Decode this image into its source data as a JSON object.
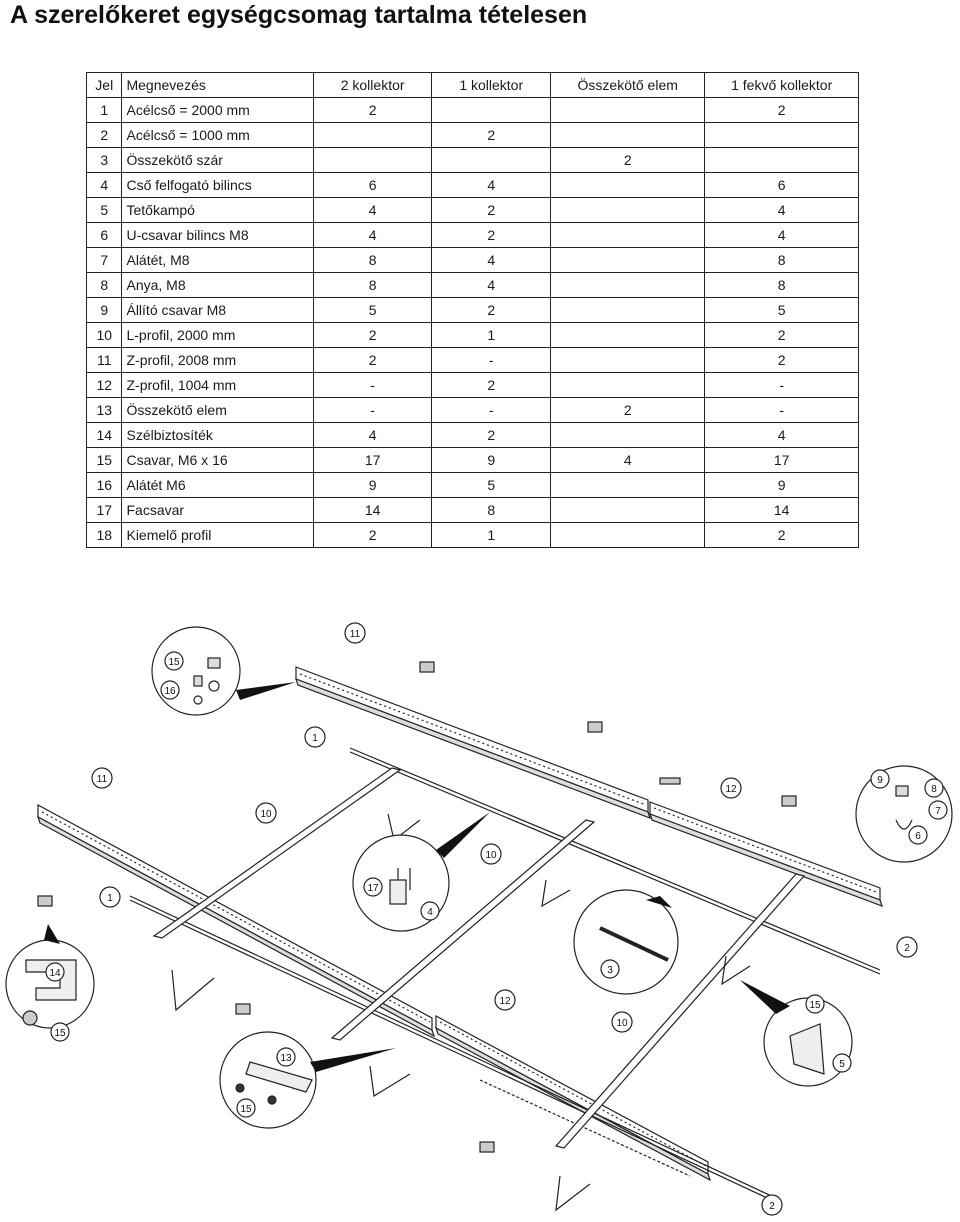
{
  "page": {
    "title": "A szerelőkeret egységcsomag tartalma tételesen"
  },
  "table": {
    "headers": [
      "Jel",
      "Megnevezés",
      "2 kollektor",
      "1 kollektor",
      "Összekötő elem",
      "1 fekvő kollektor"
    ],
    "rows": [
      [
        "1",
        "Acélcső = 2000 mm",
        "2",
        "",
        "",
        "2"
      ],
      [
        "2",
        "Acélcső = 1000 mm",
        "",
        "2",
        "",
        ""
      ],
      [
        "3",
        "Összekötő szár",
        "",
        "",
        "2",
        ""
      ],
      [
        "4",
        "Cső felfogató bilincs",
        "6",
        "4",
        "",
        "6"
      ],
      [
        "5",
        "Tetőkampó",
        "4",
        "2",
        "",
        "4"
      ],
      [
        "6",
        "U-csavar bilincs M8",
        "4",
        "2",
        "",
        "4"
      ],
      [
        "7",
        "Alátét, M8",
        "8",
        "4",
        "",
        "8"
      ],
      [
        "8",
        "Anya, M8",
        "8",
        "4",
        "",
        "8"
      ],
      [
        "9",
        "Állító csavar M8",
        "5",
        "2",
        "",
        "5"
      ],
      [
        "10",
        "L-profil, 2000 mm",
        "2",
        "1",
        "",
        "2"
      ],
      [
        "11",
        "Z-profil, 2008 mm",
        "2",
        "-",
        "",
        "2"
      ],
      [
        "12",
        "Z-profil, 1004 mm",
        "-",
        "2",
        "",
        "-"
      ],
      [
        "13",
        "Összekötő elem",
        "-",
        "-",
        "2",
        "-"
      ],
      [
        "14",
        "Szélbiztosíték",
        "4",
        "2",
        "",
        "4"
      ],
      [
        "15",
        "Csavar, M6 x 16",
        "17",
        "9",
        "4",
        "17"
      ],
      [
        "16",
        "Alátét M6",
        "9",
        "5",
        "",
        "9"
      ],
      [
        "17",
        "Facsavar",
        "14",
        "8",
        "",
        "14"
      ],
      [
        "18",
        "Kiemelő profil",
        "2",
        "1",
        "",
        "2"
      ]
    ]
  },
  "drawing": {
    "callouts": {
      "c11a": "11",
      "c15a": "15",
      "c16": "16",
      "c1a": "1",
      "c11b": "11",
      "c10a": "10",
      "c12a": "12",
      "c9": "9",
      "c8": "8",
      "c7": "7",
      "c6": "6",
      "c10b": "10",
      "c17": "17",
      "c4": "4",
      "c1b": "1",
      "c14": "14",
      "c15b": "15",
      "c3": "3",
      "c2a": "2",
      "c12b": "12",
      "c10c": "10",
      "c15c": "15",
      "c5": "5",
      "c13": "13",
      "c15d": "15",
      "c2b": "2"
    }
  }
}
